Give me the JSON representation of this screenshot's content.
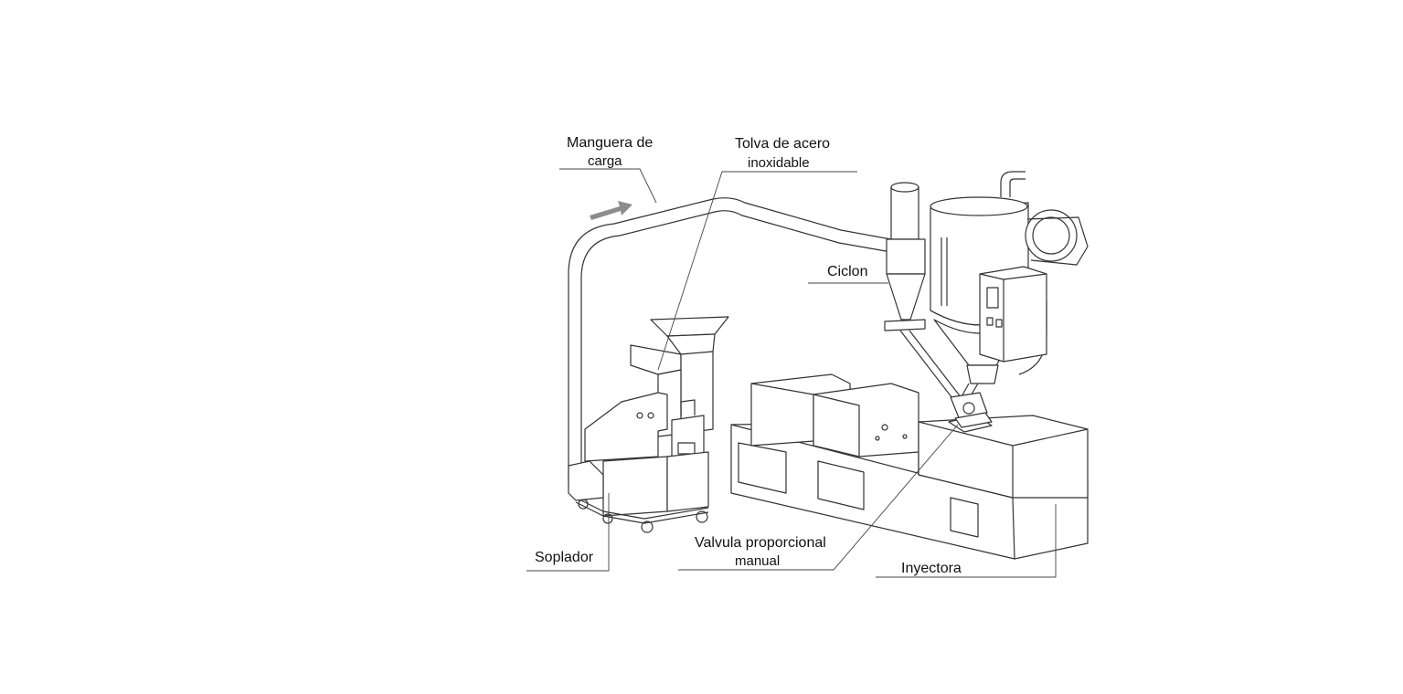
{
  "labels": {
    "manguera_line1": "Manguera de",
    "manguera_line2": "carga",
    "tolva_line1": "Tolva de acero",
    "tolva_line2": "inoxidable",
    "ciclon": "Ciclon",
    "soplador": "Soplador",
    "valvula_line1": "Valvula proporcional",
    "valvula_line2": "manual",
    "inyectora": "Inyectora"
  },
  "colors": {
    "line": "#333333",
    "arrow": "#8c8c8c",
    "background": "#ffffff"
  },
  "icons": {
    "flow_direction": "arrow-right-icon"
  }
}
